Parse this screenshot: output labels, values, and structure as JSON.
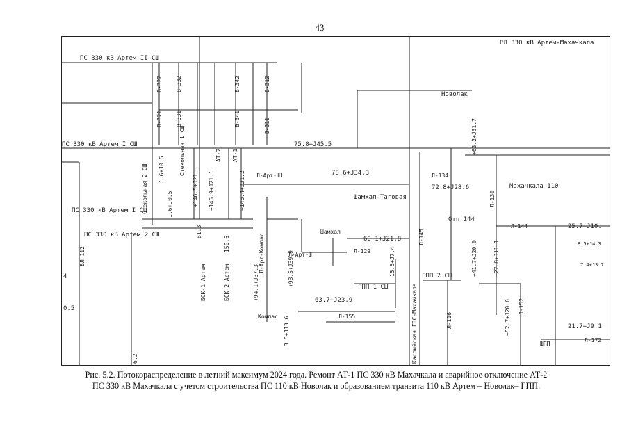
{
  "page_number": "43",
  "caption": {
    "line1": "Рис. 5.2. Потокораспределение в летний максимум 2024 года. Ремонт АТ-1 ПС 330 кВ Махачкала и аварийное отключение АТ-2",
    "line2": "ПС 330 кВ Махачкала с учетом строительства ПС 110 кВ Новолак и образованием транзита 110 кВ Артем – Новолак– ГПП."
  },
  "diagram": {
    "substations": {
      "artem_2sh_top": "ПС 330 кВ Артем II СШ",
      "artem_1sh_top": "ПС 330 кВ Артем I СШ",
      "artem_1sh_left": "ПС 330 кВ Артем I СШ",
      "artem_2sh_left": "ПС 330 кВ Артем 2 СШ",
      "novolak": "Новолак",
      "makhachkala_110": "Махачкала 110",
      "shamkhal": "Шамхал-Таговая",
      "gpp_1sh": "ГПП 1 СШ",
      "gpp_2sh": "ГПП 2 СШ",
      "otp_144": "Отп 144",
      "kompas": "Компас",
      "shamkhal_short": "Шамхал",
      "shpp": "ШПП"
    },
    "lines": {
      "vl_330": "ВЛ 330 кВ Артем-Махачкала",
      "vl_left": "ВЛ 112",
      "l_art_3": "Л-Арт-Ш1",
      "l_134": "Л-134",
      "l_130": "Л-130",
      "l_144": "Л-144",
      "l_145": "Л-145",
      "l_129": "Л-129",
      "l_155": "Л-155",
      "l_116": "Л-116",
      "l_152": "Л-152",
      "l_172": "Л-172",
      "l_art_sh": "Л-Арт-Ш",
      "l_art_komp": "Л-Арт-Компас",
      "gres_makh": "Каспийская ГЭС-Махачкала"
    },
    "equipment": {
      "b322": "В-322",
      "b332": "В-332",
      "b342": "В-342",
      "b312": "В-312",
      "b321": "В-321",
      "b331": "В-331",
      "b341": "В-341",
      "b311": "В-311",
      "at1": "АТ-1",
      "at2": "АТ-2",
      "bsk1": "БСК-1 Артем",
      "bsk2": "БСК-2 Артем",
      "stek1": "Стекольная 1 СШ",
      "stek2": "Стекольная 2 СШ"
    },
    "flows": {
      "f_artem_out": "75.8+J45.5",
      "f_shamkhal": "78.6+J34.3",
      "f_l134": "72.8+J28.6",
      "f_l144": "25.7+J10.",
      "f_shamkhal2": "60.1+J21.8",
      "f_gpp": "63.7+J23.9",
      "f_shpp": "21.7+J9.1",
      "f_left1": "0.5",
      "f_left2": "4",
      "f_v_at2": "+145.9+J21.1",
      "f_v_at1": "+146.4+J21.2",
      "f_v_st": "+146.5+J21.",
      "f_v_bsk": "81.3",
      "f_v_bsk2": "150.6",
      "f_v_kompas1": "+94.1+J37.3",
      "f_v_kompas2": "+98.5+J39.9",
      "f_v_gpp1": "+41.7+J20.0",
      "f_v_gpp2": "+27.8+J11.1",
      "f_v_makh": "+52.7+J20.6",
      "f_v_novolak": "+63.2+J31.7",
      "f_st1": "1.6+J0.5",
      "f_st2": "1.6+J0.5",
      "f_small1": "8.5+J4.3",
      "f_small2": "7.4+J3.7",
      "f_small3": "3.6+J13.6",
      "f_small4": "6.2",
      "f_small5": "15.6+J7.4"
    }
  }
}
